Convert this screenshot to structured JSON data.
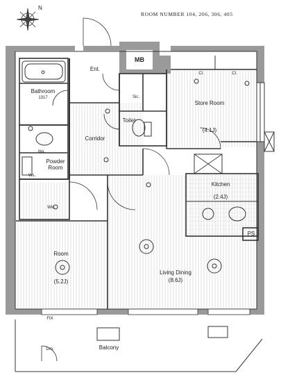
{
  "header": {
    "room_number": "ROOM NUMBER 104, 206, 306, 405"
  },
  "compass": {
    "north_letter": "N"
  },
  "rooms": {
    "ent": "Ent.",
    "mb": "MB",
    "cl1": "Cl.",
    "cl2": "Cl.",
    "sic": "Sic.",
    "store_room": "Store Room",
    "store_room_area": "(4.1J)",
    "toilet": "Toilet",
    "bathroom": "Bathroom",
    "bathroom_size": "1317",
    "corridor": "Corridor",
    "wa": "Wa.",
    "powder_room": "Powder Room",
    "ws": "Ws.",
    "wic": "Wic.",
    "kitchen": "Kitchen",
    "kitchen_area": "(2.4J)",
    "ps": "PS",
    "room": "Room",
    "room_area": "(5.2J)",
    "living_dining": "Living Dining",
    "living_dining_area": "(8.6J)",
    "balcony": "Balcony",
    "fix": "FIX",
    "drain": "Drn."
  },
  "colors": {
    "wall": "#9a9a9a",
    "line": "#333333",
    "floor_stripe": "#d9d9d9"
  }
}
